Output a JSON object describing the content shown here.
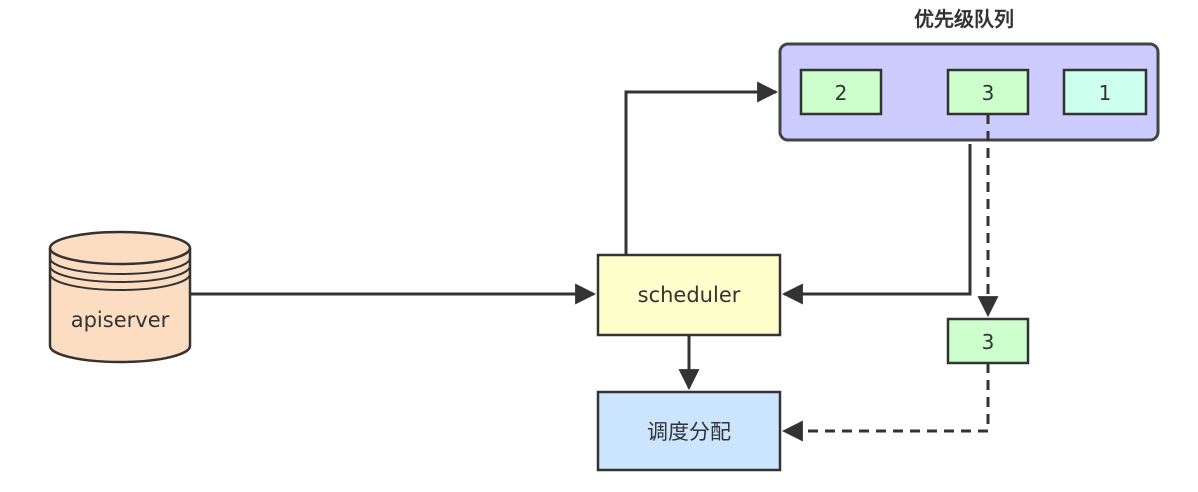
{
  "queue": {
    "title": "优先级队列",
    "items": [
      "2",
      "3",
      "1"
    ],
    "color_box": "#CCCCFF",
    "item_colors": [
      "#CCFFCC",
      "#CCFFCC",
      "#CCFFEE"
    ]
  },
  "nodes": {
    "apiserver": {
      "label": "apiserver",
      "color": "#FDDDC1"
    },
    "scheduler": {
      "label": "scheduler",
      "color": "#FFFFCC"
    },
    "dispatch": {
      "label": "调度分配",
      "color": "#CCE5FF"
    },
    "popped": {
      "label": "3",
      "color": "#CCFFCC"
    }
  },
  "colors": {
    "stroke": "#333333",
    "queue_border": "#444444"
  }
}
